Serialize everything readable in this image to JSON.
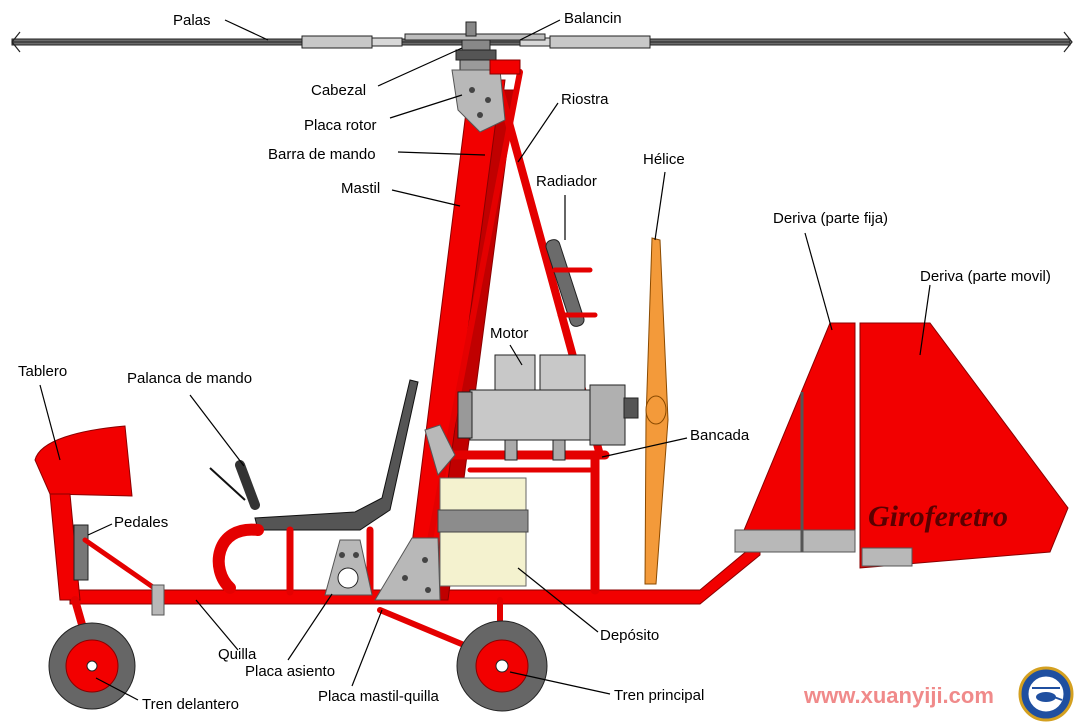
{
  "labels": {
    "palas": "Palas",
    "balancin": "Balancin",
    "cabezal": "Cabezal",
    "placa_rotor": "Placa rotor",
    "riostra": "Riostra",
    "barra_de_mando": "Barra de mando",
    "mastil": "Mastil",
    "radiador": "Radiador",
    "helice": "Hélice",
    "deriva_fija": "Deriva (parte fija)",
    "deriva_movil": "Deriva (parte movil)",
    "motor": "Motor",
    "tablero": "Tablero",
    "palanca_de_mando": "Palanca de mando",
    "bancada": "Bancada",
    "pedales": "Pedales",
    "quilla": "Quilla",
    "placa_asiento": "Placa asiento",
    "deposito": "Depósito",
    "placa_mastil_quilla": "Placa mastil-quilla",
    "tren_delantero": "Tren delantero",
    "tren_principal": "Tren principal"
  },
  "tail_text": "Giroferetro",
  "watermark": "www.xuanyiji.com",
  "colors": {
    "frame_red": "#f20000",
    "plate_gray": "#b8b8b8",
    "tank_cream": "#f4f2cf",
    "propeller_orange": "#f39a3a",
    "tail_text": "#5a0000",
    "watermark": "#f08a8a"
  },
  "icons": {
    "logo": "helicopter-seal-icon"
  }
}
